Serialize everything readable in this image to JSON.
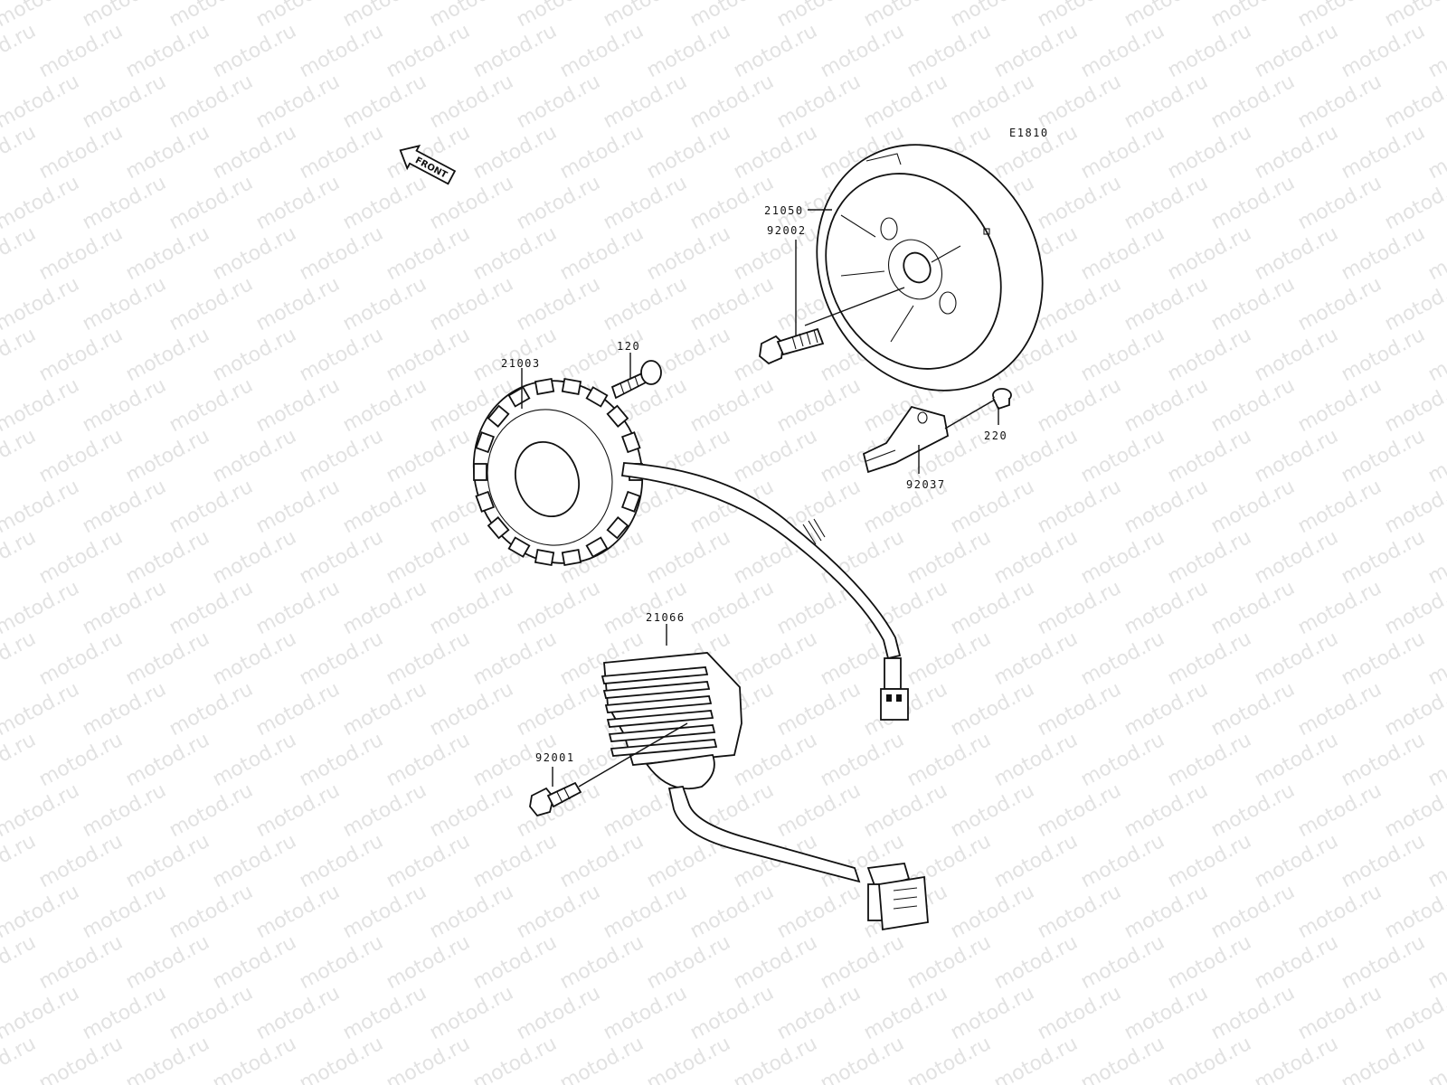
{
  "watermark": "motod.ru",
  "diagram_code": "E1810",
  "front_label": "FRONT",
  "parts": [
    {
      "id": "21050",
      "text": "21050"
    },
    {
      "id": "92002",
      "text": "92002"
    },
    {
      "id": "120",
      "text": "120"
    },
    {
      "id": "21003",
      "text": "21003"
    },
    {
      "id": "220",
      "text": "220"
    },
    {
      "id": "92037",
      "text": "92037"
    },
    {
      "id": "21066",
      "text": "21066"
    },
    {
      "id": "92001",
      "text": "92001"
    }
  ]
}
